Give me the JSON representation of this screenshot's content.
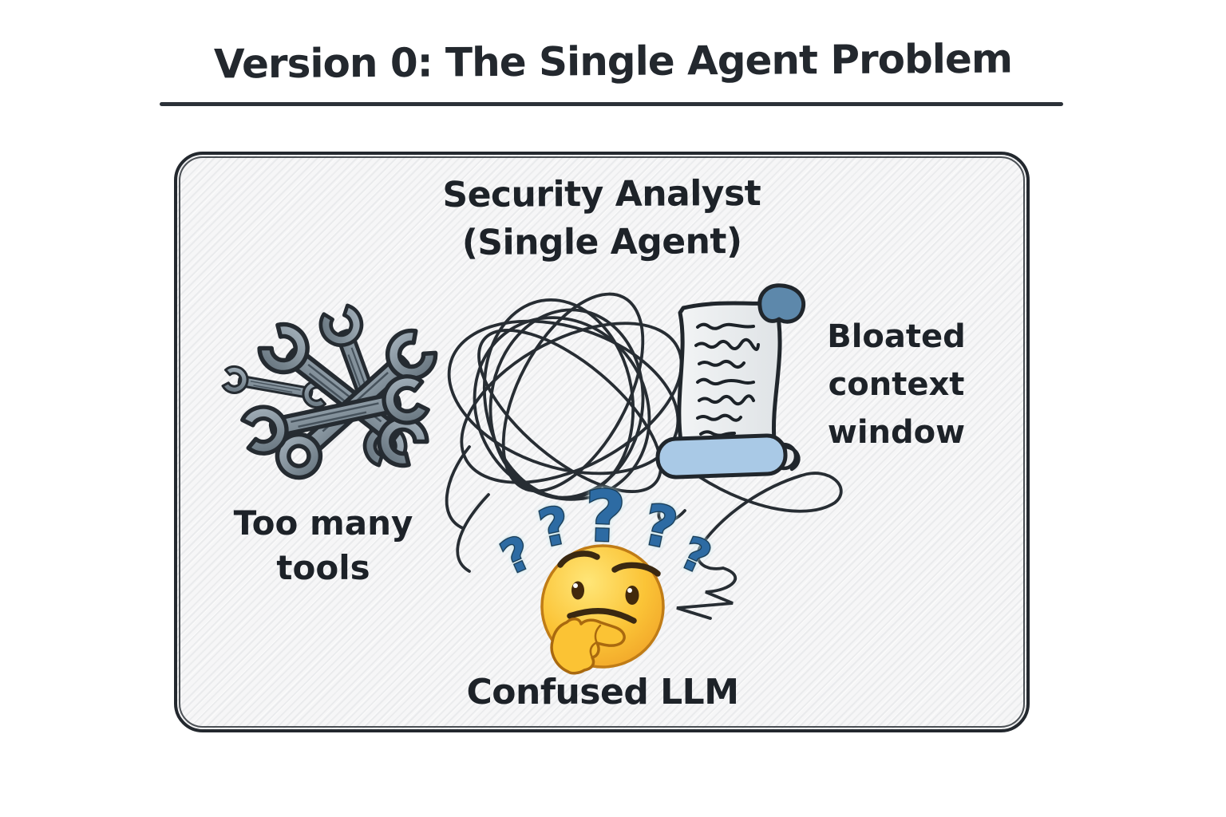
{
  "title": {
    "text": "Version 0: The Single Agent Problem"
  },
  "panel": {
    "heading": {
      "line1": "Security Analyst",
      "line2": "(Single Agent)"
    },
    "tools_label": {
      "line1": "Too many",
      "line2": "tools"
    },
    "context_label": {
      "line1": "Bloated",
      "line2": "context",
      "line3": "window"
    },
    "llm_label": "Confused LLM",
    "question_mark": "?",
    "icons": {
      "tools": "crossed-wrenches-icon",
      "tangle": "tangled-scribble-icon",
      "scroll": "scroll-document-icon",
      "questions": "question-marks-icon",
      "emoji": "thinking-face-icon"
    },
    "colors": {
      "ink": "#23282e",
      "question_blue": "#2d6ba3",
      "wrench_gray": "#7e8c98",
      "scroll_paper": "#eceef0",
      "scroll_roll_blue": "#a9c9e6",
      "scroll_curl_blue": "#5d88ab",
      "emoji_yellow": "#fbc437",
      "panel_bg": "#f6f6f7"
    }
  }
}
